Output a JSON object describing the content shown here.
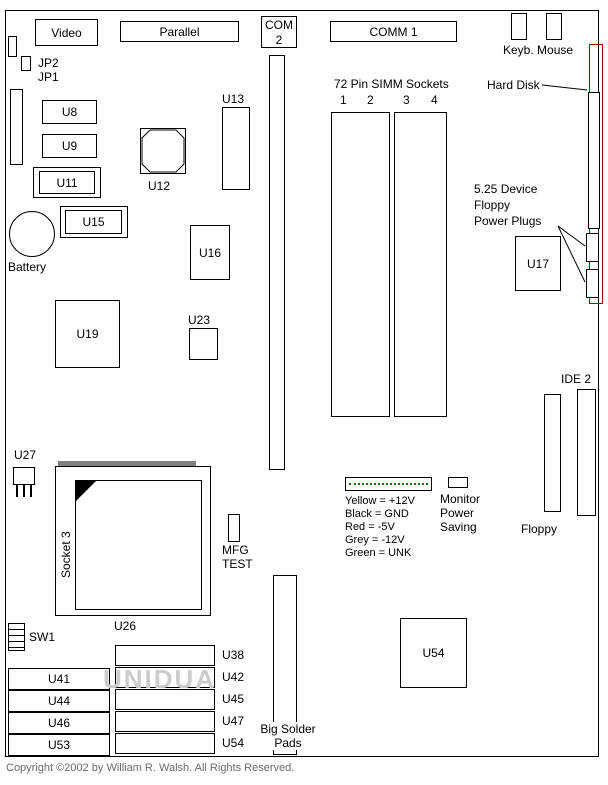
{
  "watermark": "UNIDUA",
  "copyright": "Copyright ©2002 by William R. Walsh. All Rights Reserved.",
  "colors": {
    "line": "#000000",
    "hard_disk_highlight": "#990000",
    "socket_gray_bar": "#808080",
    "legend_dots": "#007700",
    "watermark_gray": "#cccccc",
    "copyright_gray": "#6b6b6b"
  },
  "top_connectors": {
    "video": "Video",
    "parallel": "Parallel",
    "com2": "COM 2",
    "comm1": "COMM 1",
    "keyb_mouse": "Keyb. Mouse"
  },
  "jumpers": {
    "jp2": "JP2",
    "jp1": "JP1",
    "sw1": "SW1"
  },
  "right_side": {
    "hard_disk": "Hard Disk",
    "device_line1": "5.25 Device",
    "device_line2": "Floppy",
    "device_line3": "Power Plugs",
    "ide2": "IDE 2",
    "floppy": "Floppy"
  },
  "simm": {
    "title": "72 Pin SIMM Sockets",
    "numbers": [
      "1",
      "2",
      "3",
      "4"
    ]
  },
  "chips": {
    "u8": "U8",
    "u9": "U9",
    "u11": "U11",
    "u12": "U12",
    "u13": "U13",
    "u15": "U15",
    "u16": "U16",
    "u17": "U17",
    "u19": "U19",
    "u23": "U23",
    "u26": "U26",
    "u27": "U27",
    "u38": "U38",
    "u41": "U41",
    "u42": "U42",
    "u44": "U44",
    "u45": "U45",
    "u46": "U46",
    "u47": "U47",
    "u53": "U53",
    "u54": "U54",
    "u54_bottom": "U54"
  },
  "socket3": {
    "label": "Socket 3"
  },
  "battery_label": "Battery",
  "mfg_test": {
    "line1": "MFG",
    "line2": "TEST"
  },
  "power_legend": [
    "Yellow = +12V",
    "Black = GND",
    "Red = -5V",
    "Grey = -12V",
    "Green = UNK"
  ],
  "monitor_saving": [
    "Monitor",
    "Power",
    "Saving"
  ],
  "big_solder": [
    "Big Solder",
    "Pads"
  ]
}
